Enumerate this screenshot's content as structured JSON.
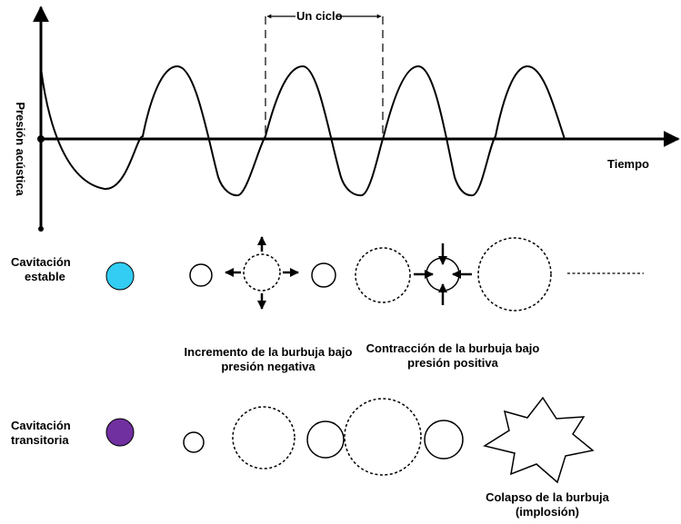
{
  "axes": {
    "y_label": "Presión acústica",
    "x_label": "Tiempo",
    "cycle_label": "Un ciclo"
  },
  "stable": {
    "label_line1": "Cavitación",
    "label_line2": "estable",
    "color": "#33ccf2",
    "expansion_caption_line1": "Incremento de la burbuja bajo",
    "expansion_caption_line2": "presión negativa",
    "contraction_caption_line1": "Contracción de la burbuja bajo",
    "contraction_caption_line2": "presión positiva"
  },
  "transient": {
    "label_line1": "Cavitación",
    "label_line2": "transitoria",
    "color": "#7030a0",
    "collapse_caption_line1": "Colapso de la burbuja",
    "collapse_caption_line2": "(implosión)"
  }
}
